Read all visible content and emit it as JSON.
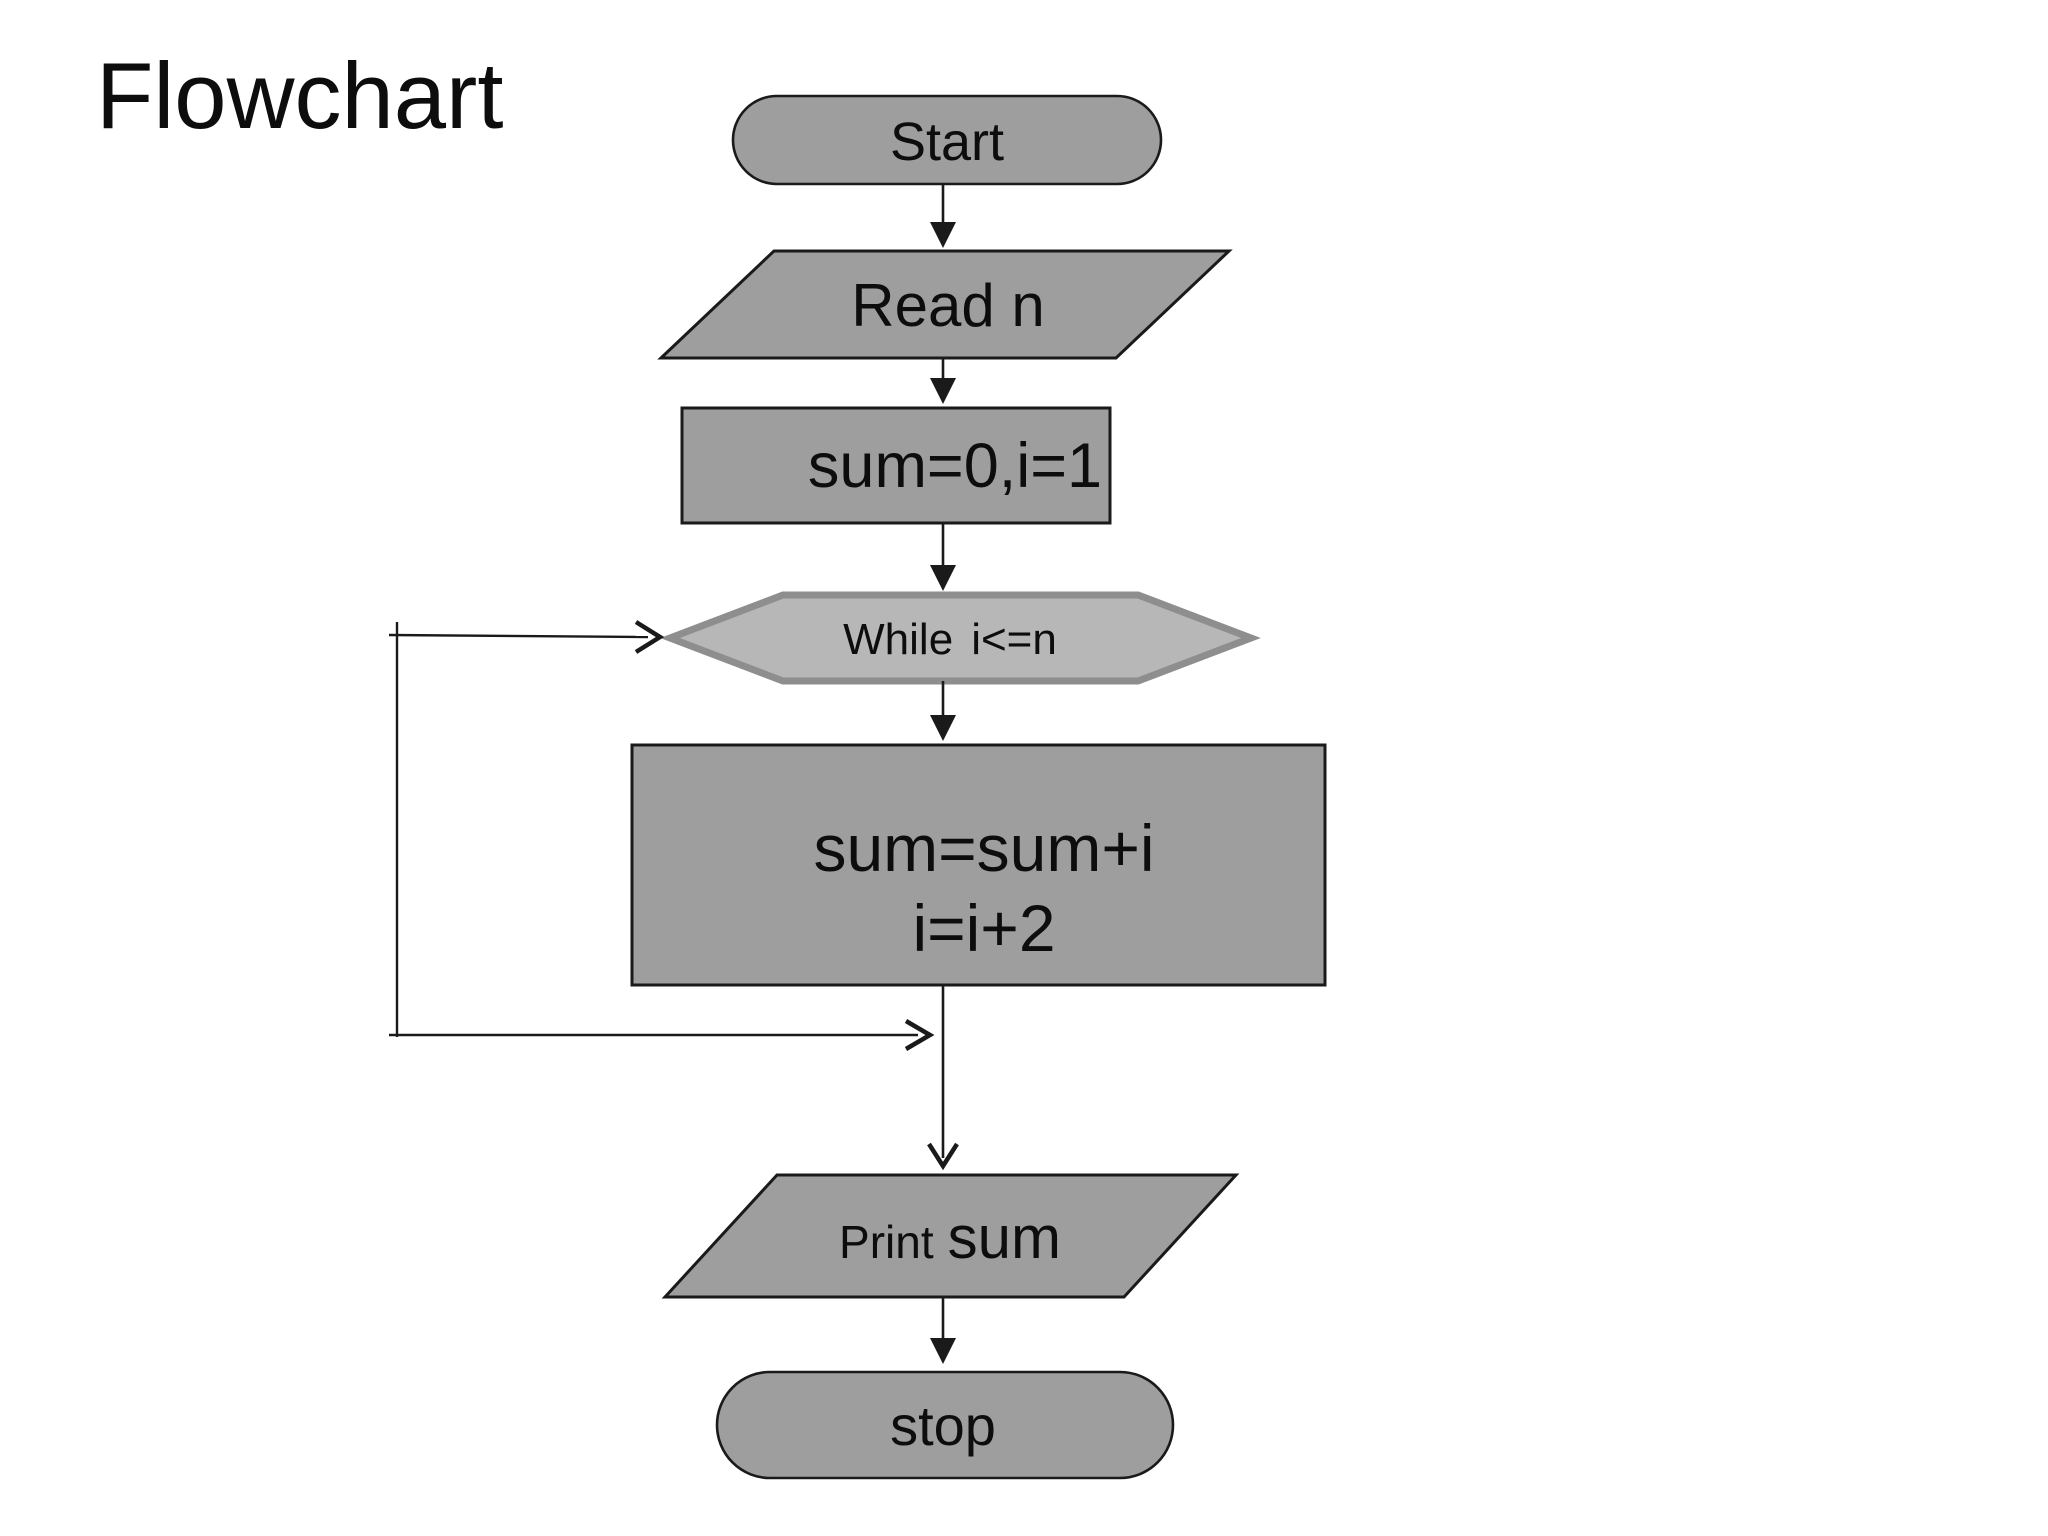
{
  "title": "Flowchart",
  "colors": {
    "background": "#ffffff",
    "shape_fill": "#9e9e9e",
    "decision_fill": "#b7b7b7",
    "decision_border": "#8e8e8e",
    "line": "#1a1a1a",
    "text": "#0d0d0d"
  },
  "nodes": {
    "start": {
      "label": "Start",
      "type": "terminator"
    },
    "read": {
      "label": "Read n",
      "type": "input"
    },
    "init": {
      "label": "sum=0,i=1",
      "type": "process"
    },
    "loop": {
      "keyword": "While",
      "condition": "i<=n",
      "type": "decision"
    },
    "body": {
      "line1": "sum=sum+i",
      "line2": "i=i+2",
      "type": "process"
    },
    "print": {
      "keyword": "Print",
      "variable": "sum",
      "type": "output"
    },
    "stop": {
      "label": "stop",
      "type": "terminator"
    }
  }
}
